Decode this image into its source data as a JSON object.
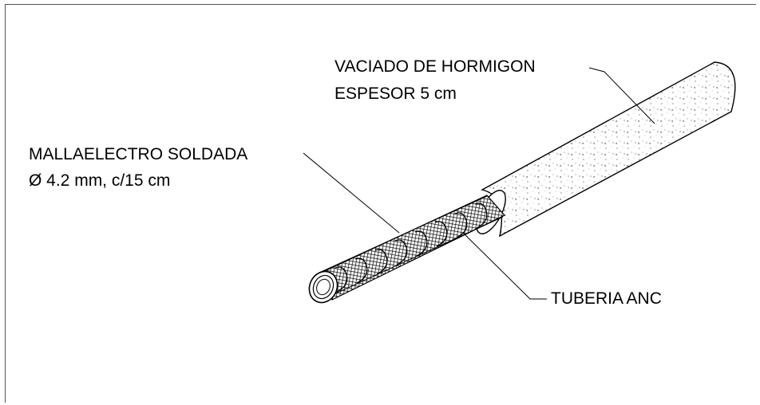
{
  "labels": {
    "concrete_line1": "VACIADO DE HORMIGON",
    "concrete_line2": "ESPESOR 5 cm",
    "mesh_line1": "MALLAELECTRO SOLDADA",
    "mesh_line2": "Ø 4.2 mm, c/15 cm",
    "pipe": "TUBERIA ANC"
  },
  "colors": {
    "line": "#000000",
    "background": "#ffffff"
  }
}
